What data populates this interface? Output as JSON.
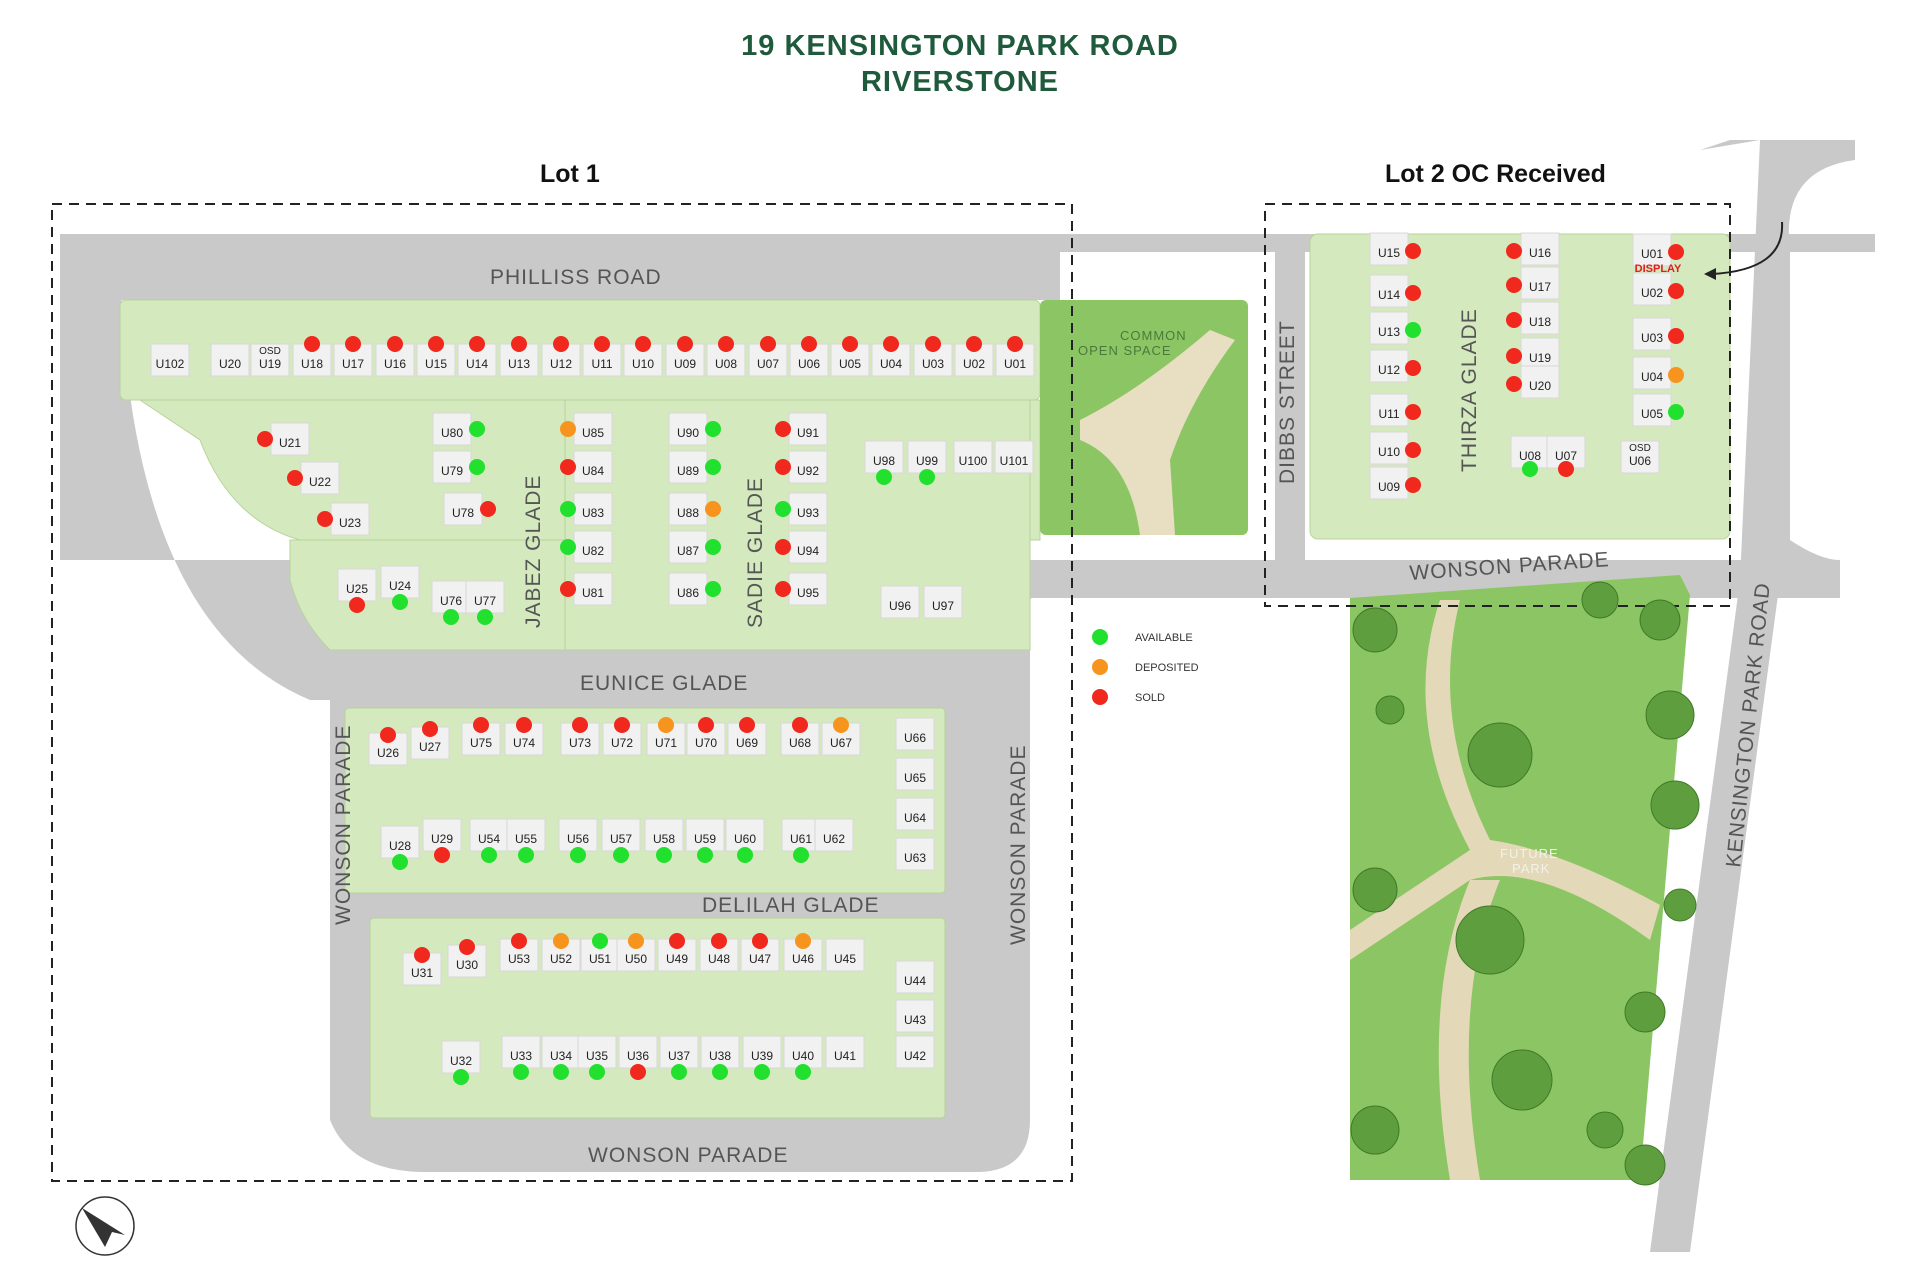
{
  "title": {
    "line1": "19 KENSINGTON PARK ROAD",
    "line2": "RIVERSTONE"
  },
  "lots": {
    "lot1": "Lot 1",
    "lot2": "Lot 2 OC Received"
  },
  "streets": {
    "philliss": "PHILLISS ROAD",
    "jabez": "JABEZ GLADE",
    "sadie": "SADIE GLADE",
    "eunice": "EUNICE GLADE",
    "delilah": "DELILAH GLADE",
    "wonson_left": "WONSON PARADE",
    "wonson_mid": "WONSON PARADE",
    "wonson_bottom": "WONSON PARADE",
    "wonson_top": "WONSON PARADE",
    "dibbs": "DIBBS STREET",
    "thirza": "THIRZA GLADE",
    "kensington": "KENSINGTON PARK ROAD"
  },
  "areas": {
    "open_space": [
      "COMMON",
      "OPEN SPACE"
    ],
    "future_park": [
      "FUTURE",
      "PARK"
    ]
  },
  "legend": [
    {
      "label": "AVAILABLE",
      "color": "#22e02e"
    },
    {
      "label": "DEPOSITED",
      "color": "#f7941d"
    },
    {
      "label": "SOLD",
      "color": "#f0281e"
    }
  ],
  "status_colors": {
    "A": "#22e02e",
    "D": "#f7941d",
    "S": "#f0281e"
  },
  "display_label": "DISPLAY",
  "osd_label": "OSD",
  "lot1_units": [
    {
      "u": "U102",
      "s": ""
    },
    {
      "u": "U20",
      "s": ""
    },
    {
      "u": "U19",
      "s": "",
      "osd": true
    },
    {
      "u": "U18",
      "s": "S"
    },
    {
      "u": "U17",
      "s": "S"
    },
    {
      "u": "U16",
      "s": "S"
    },
    {
      "u": "U15",
      "s": "S"
    },
    {
      "u": "U14",
      "s": "S"
    },
    {
      "u": "U13",
      "s": "S"
    },
    {
      "u": "U12",
      "s": "S"
    },
    {
      "u": "U11",
      "s": "S"
    },
    {
      "u": "U10",
      "s": "S"
    },
    {
      "u": "U09",
      "s": "S"
    },
    {
      "u": "U08",
      "s": "S"
    },
    {
      "u": "U07",
      "s": "S"
    },
    {
      "u": "U06",
      "s": "S"
    },
    {
      "u": "U05",
      "s": "S"
    },
    {
      "u": "U04",
      "s": "S"
    },
    {
      "u": "U03",
      "s": "S"
    },
    {
      "u": "U02",
      "s": "S"
    },
    {
      "u": "U01",
      "s": "S"
    },
    {
      "u": "U21",
      "s": "S"
    },
    {
      "u": "U22",
      "s": "S"
    },
    {
      "u": "U23",
      "s": "S"
    },
    {
      "u": "U24",
      "s": "A"
    },
    {
      "u": "U25",
      "s": "S"
    },
    {
      "u": "U80",
      "s": "A"
    },
    {
      "u": "U79",
      "s": "A"
    },
    {
      "u": "U78",
      "s": "S"
    },
    {
      "u": "U76",
      "s": "A"
    },
    {
      "u": "U77",
      "s": "A"
    },
    {
      "u": "U85",
      "s": "D"
    },
    {
      "u": "U84",
      "s": "S"
    },
    {
      "u": "U83",
      "s": "A"
    },
    {
      "u": "U82",
      "s": "A"
    },
    {
      "u": "U81",
      "s": "S"
    },
    {
      "u": "U90",
      "s": "A"
    },
    {
      "u": "U89",
      "s": "A"
    },
    {
      "u": "U88",
      "s": "D"
    },
    {
      "u": "U87",
      "s": "A"
    },
    {
      "u": "U86",
      "s": "A"
    },
    {
      "u": "U91",
      "s": "S"
    },
    {
      "u": "U92",
      "s": "S"
    },
    {
      "u": "U93",
      "s": "A"
    },
    {
      "u": "U94",
      "s": "S"
    },
    {
      "u": "U95",
      "s": "S"
    },
    {
      "u": "U98",
      "s": "A"
    },
    {
      "u": "U99",
      "s": "A"
    },
    {
      "u": "U100",
      "s": ""
    },
    {
      "u": "U101",
      "s": ""
    },
    {
      "u": "U96",
      "s": ""
    },
    {
      "u": "U97",
      "s": ""
    },
    {
      "u": "U26",
      "s": "S"
    },
    {
      "u": "U27",
      "s": "S"
    },
    {
      "u": "U75",
      "s": "S"
    },
    {
      "u": "U74",
      "s": "S"
    },
    {
      "u": "U73",
      "s": "S"
    },
    {
      "u": "U72",
      "s": "S"
    },
    {
      "u": "U71",
      "s": "D"
    },
    {
      "u": "U70",
      "s": "S"
    },
    {
      "u": "U69",
      "s": "S"
    },
    {
      "u": "U68",
      "s": "S"
    },
    {
      "u": "U67",
      "s": "D"
    },
    {
      "u": "U66",
      "s": ""
    },
    {
      "u": "U65",
      "s": ""
    },
    {
      "u": "U64",
      "s": ""
    },
    {
      "u": "U63",
      "s": ""
    },
    {
      "u": "U28",
      "s": "A"
    },
    {
      "u": "U29",
      "s": "S"
    },
    {
      "u": "U54",
      "s": "A"
    },
    {
      "u": "U55",
      "s": "A"
    },
    {
      "u": "U56",
      "s": "A"
    },
    {
      "u": "U57",
      "s": "A"
    },
    {
      "u": "U58",
      "s": "A"
    },
    {
      "u": "U59",
      "s": "A"
    },
    {
      "u": "U60",
      "s": "A"
    },
    {
      "u": "U61",
      "s": "A"
    },
    {
      "u": "U62",
      "s": ""
    },
    {
      "u": "U31",
      "s": "S"
    },
    {
      "u": "U30",
      "s": "S"
    },
    {
      "u": "U53",
      "s": "S"
    },
    {
      "u": "U52",
      "s": "D"
    },
    {
      "u": "U51",
      "s": "A"
    },
    {
      "u": "U50",
      "s": "D"
    },
    {
      "u": "U49",
      "s": "S"
    },
    {
      "u": "U48",
      "s": "S"
    },
    {
      "u": "U47",
      "s": "S"
    },
    {
      "u": "U46",
      "s": "D"
    },
    {
      "u": "U45",
      "s": ""
    },
    {
      "u": "U44",
      "s": ""
    },
    {
      "u": "U43",
      "s": ""
    },
    {
      "u": "U42",
      "s": ""
    },
    {
      "u": "U32",
      "s": "A"
    },
    {
      "u": "U33",
      "s": "A"
    },
    {
      "u": "U34",
      "s": "A"
    },
    {
      "u": "U35",
      "s": "A"
    },
    {
      "u": "U36",
      "s": "S"
    },
    {
      "u": "U37",
      "s": "A"
    },
    {
      "u": "U38",
      "s": "A"
    },
    {
      "u": "U39",
      "s": "A"
    },
    {
      "u": "U40",
      "s": "A"
    },
    {
      "u": "U41",
      "s": ""
    }
  ],
  "lot2_units": [
    {
      "u": "U15",
      "s": "S"
    },
    {
      "u": "U14",
      "s": "S"
    },
    {
      "u": "U13",
      "s": "A"
    },
    {
      "u": "U12",
      "s": "S"
    },
    {
      "u": "U11",
      "s": "S"
    },
    {
      "u": "U10",
      "s": "S"
    },
    {
      "u": "U09",
      "s": "S"
    },
    {
      "u": "U16",
      "s": "S"
    },
    {
      "u": "U17",
      "s": "S"
    },
    {
      "u": "U18",
      "s": "S"
    },
    {
      "u": "U19",
      "s": "S"
    },
    {
      "u": "U20",
      "s": "S"
    },
    {
      "u": "U08",
      "s": "A"
    },
    {
      "u": "U07",
      "s": "S"
    },
    {
      "u": "U01",
      "s": "S",
      "display": true
    },
    {
      "u": "U02",
      "s": "S"
    },
    {
      "u": "U03",
      "s": "S"
    },
    {
      "u": "U04",
      "s": "D"
    },
    {
      "u": "U05",
      "s": "A"
    },
    {
      "u": "U06",
      "s": "",
      "osd": true
    }
  ]
}
